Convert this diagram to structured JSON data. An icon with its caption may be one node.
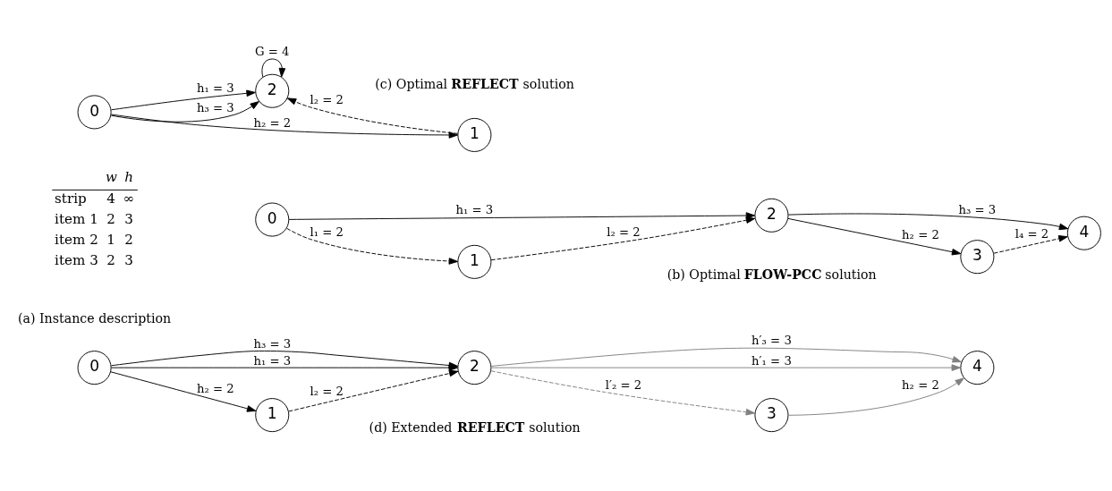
{
  "diagram": {
    "nodes": [
      {
        "text": [
          "0"
        ]
      },
      {
        "text": [
          "1"
        ]
      },
      {
        "text": [
          "2"
        ]
      },
      {
        "text": [
          "3"
        ]
      },
      {
        "text": [
          "4"
        ]
      },
      {
        "text": [
          "0"
        ]
      },
      {
        "text": [
          "1"
        ]
      },
      {
        "text": [
          "2"
        ]
      },
      {
        "text": [
          "0"
        ]
      },
      {
        "text": [
          "1"
        ]
      },
      {
        "text": [
          "2"
        ]
      },
      {
        "text": [
          "3"
        ]
      },
      {
        "text": [
          "4"
        ]
      }
    ],
    "edges": [
      {
        "from": 0,
        "to": 2,
        "arrow": "to",
        "label": "h₁ = 3"
      },
      {
        "from": 0,
        "to": 1,
        "arrow": "to",
        "label": "l₁ = 2",
        "style": "dashed"
      },
      {
        "from": 1,
        "to": 2,
        "arrow": "to",
        "label": "l₂ = 2",
        "style": "dashed"
      },
      {
        "from": 2,
        "to": 4,
        "arrow": "to",
        "label": "h₃ = 3"
      },
      {
        "from": 2,
        "to": 3,
        "arrow": "to",
        "label": "h₂ = 2"
      },
      {
        "from": 3,
        "to": 4,
        "arrow": "to",
        "label": "l₄ = 2",
        "style": "dashed"
      },
      {
        "from": 5,
        "to": 7,
        "arrow": "to",
        "label": "h₁ = 3"
      },
      {
        "from": 5,
        "to": 7,
        "arrow": "to",
        "label": "h₃ = 3"
      },
      {
        "from": 5,
        "to": 6,
        "arrow": "to",
        "label": "h₂ = 2"
      },
      {
        "from": 6,
        "to": 7,
        "arrow": "to",
        "label": "l₂ = 2",
        "style": "dashed"
      },
      {
        "from": 7,
        "to": 7,
        "arrow": "to",
        "label": "G = 4"
      },
      {
        "from": 8,
        "to": 10,
        "arrow": "to",
        "label": "h₃ = 3"
      },
      {
        "from": 8,
        "to": 10,
        "arrow": "to",
        "label": "h₁ = 3"
      },
      {
        "from": 8,
        "to": 9,
        "arrow": "to",
        "label": "h₂ = 2"
      },
      {
        "from": 9,
        "to": 10,
        "arrow": "to",
        "label": "l₂ = 2",
        "style": "dashed"
      },
      {
        "from": 10,
        "to": 12,
        "arrow": "to",
        "label": "h′₃ = 3",
        "color": "#808080"
      },
      {
        "from": 10,
        "to": 12,
        "arrow": "to",
        "label": "h′₁ = 3",
        "color": "#808080"
      },
      {
        "from": 10,
        "to": 11,
        "arrow": "to",
        "label": "l′₂ = 2",
        "style": "dashed",
        "color": "#808080"
      },
      {
        "from": 11,
        "to": 12,
        "arrow": "to",
        "label": "h₂ = 2",
        "color": "#808080"
      }
    ],
    "labels": [
      "w",
      "h",
      "strip",
      "4",
      "∞",
      "item 1",
      "2",
      "3",
      "item 2",
      "1",
      "2",
      "item 3",
      "2",
      "3",
      "(a) Instance description",
      "(b) Optimal **FLOW-PCC** solution",
      "(c) Optimal **REFLECT** solution",
      "(d) Extended **REFLECT** solution"
    ]
  }
}
